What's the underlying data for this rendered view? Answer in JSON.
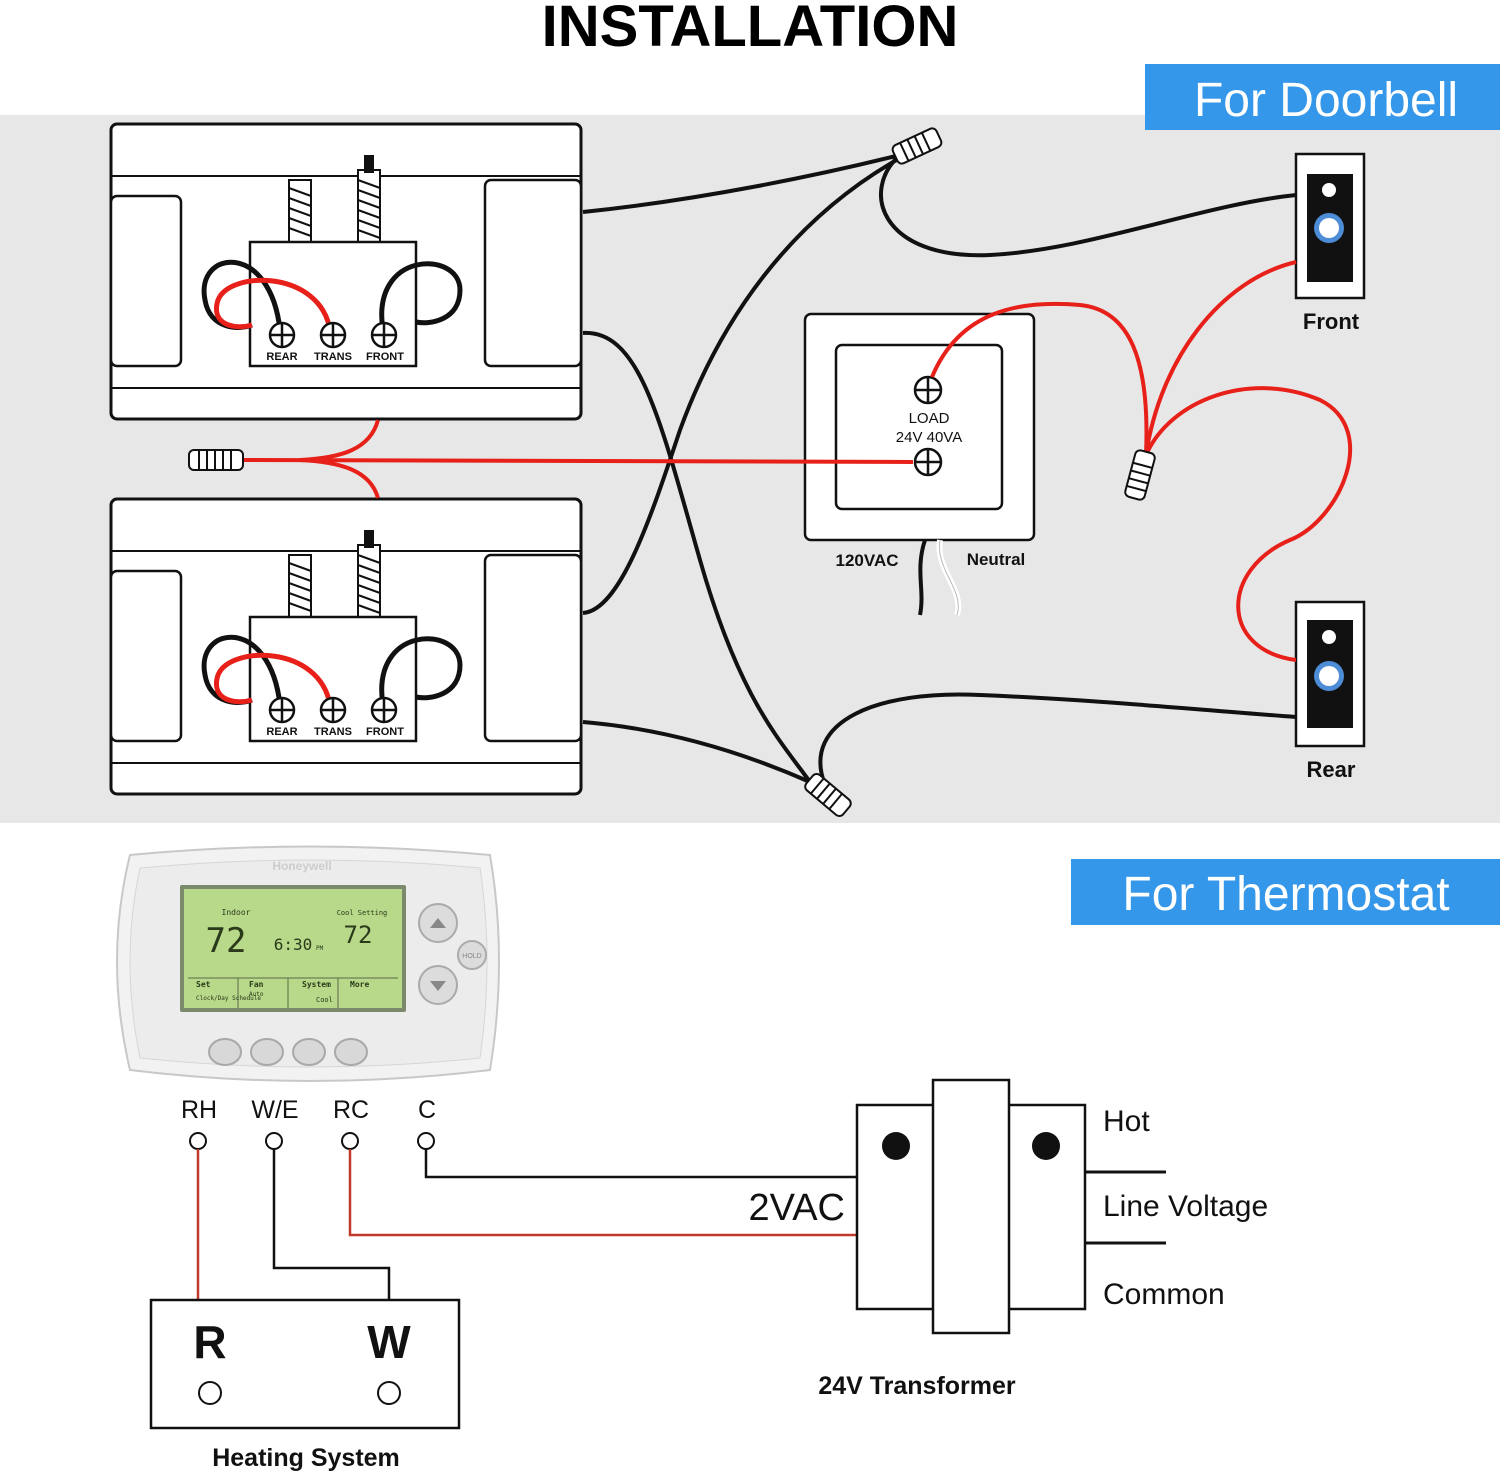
{
  "title": "INSTALLATION",
  "colors": {
    "doorbell_panel_bg": "#e7e7e7",
    "banner_blue": "#3597e9",
    "wire_red": "#e8201a",
    "wire_black": "#111111",
    "thermostat_red_wire": "#c0392b",
    "lcd_green": "#b8d88a"
  },
  "doorbell": {
    "banner": "For Doorbell",
    "chime_upper": {
      "terminals": [
        "REAR",
        "TRANS",
        "FRONT"
      ]
    },
    "chime_lower": {
      "terminals": [
        "REAR",
        "TRANS",
        "FRONT"
      ]
    },
    "transformer": {
      "load_label": "LOAD",
      "rating_label": "24V 40VA",
      "input_label": "120VAC",
      "neutral_label": "Neutral"
    },
    "buttons": {
      "front_label": "Front",
      "rear_label": "Rear"
    }
  },
  "thermostat": {
    "banner": "For Thermostat",
    "device": {
      "brand": "Honeywell",
      "indoor_label": "Indoor",
      "indoor_temp": "72",
      "time": "6:30",
      "time_suffix": "PM",
      "setting_label": "Cool Setting",
      "setting_temp": "72",
      "softkeys": [
        "Set",
        "Fan",
        "System",
        "More"
      ],
      "softkey_sub": [
        "Clock/Day Schedule",
        "Auto",
        "Cool",
        ""
      ],
      "hold_label": "HOLD"
    },
    "terminals": [
      "RH",
      "W/E",
      "RC",
      "C"
    ],
    "heating_system": {
      "label": "Heating System",
      "terminals": [
        "R",
        "W"
      ]
    },
    "transformer": {
      "label": "24V Transformer",
      "voltage": "2VAC",
      "side_labels": [
        "Hot",
        "Line Voltage",
        "Common"
      ]
    }
  }
}
